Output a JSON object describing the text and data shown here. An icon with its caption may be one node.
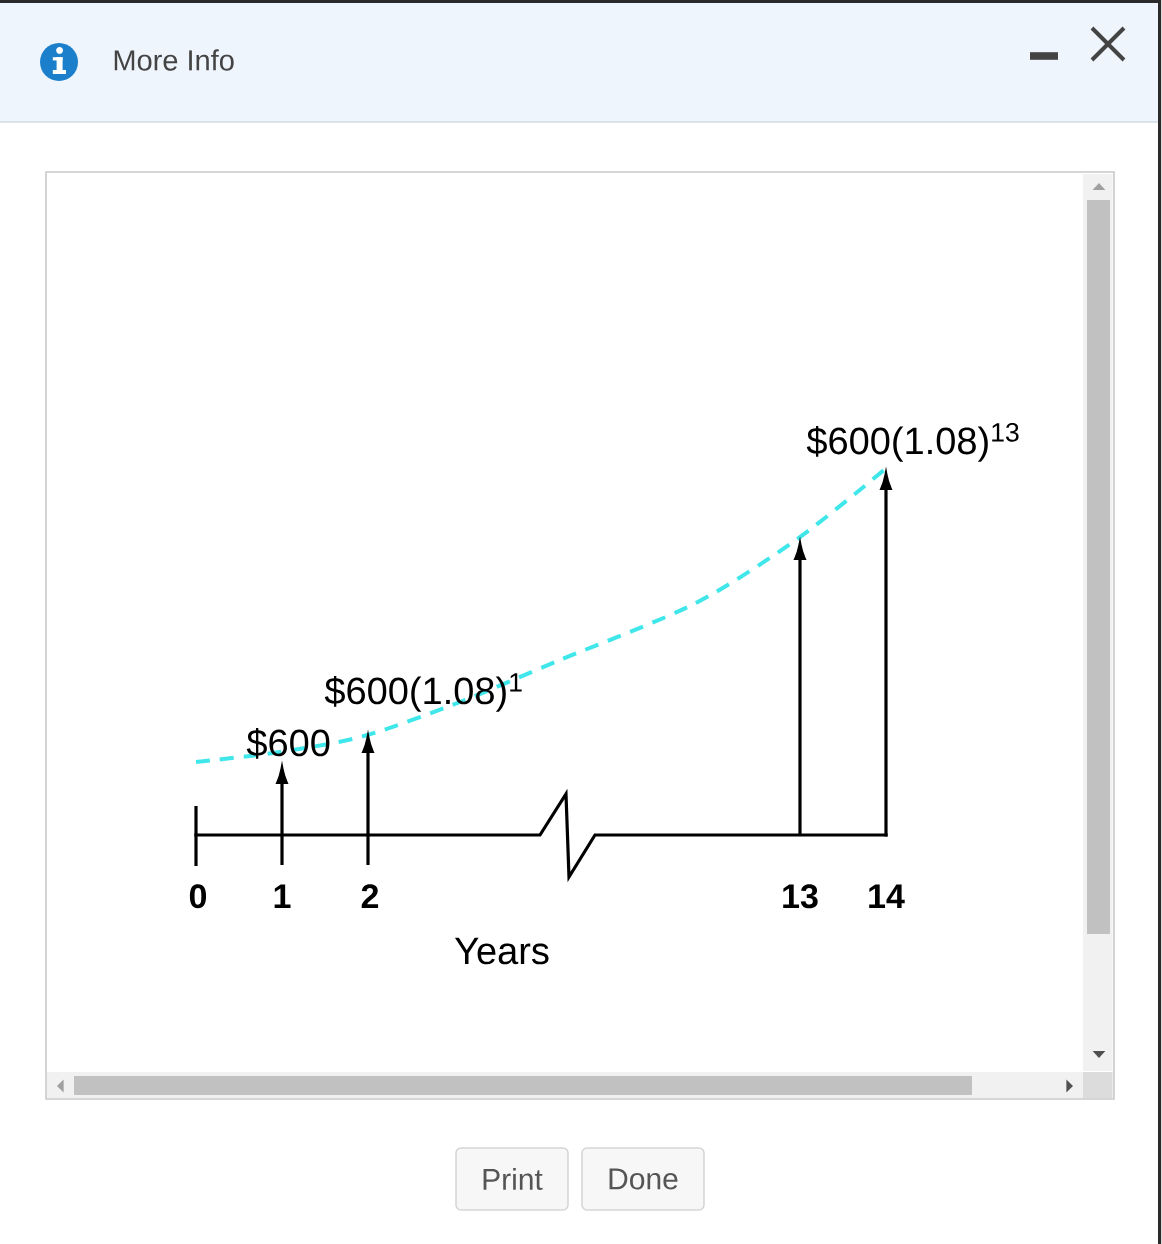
{
  "diagram": {
    "title": "More Info",
    "nodes": [
      {
        "text": [
          "Print"
        ]
      },
      {
        "text": [
          "Done"
        ]
      }
    ],
    "labels": [
      "$600(1.08)$^{13}$",
      "$600(1.08)$^{1}$",
      "$600",
      "0",
      "1",
      "2",
      "13",
      "14",
      "Years"
    ]
  }
}
